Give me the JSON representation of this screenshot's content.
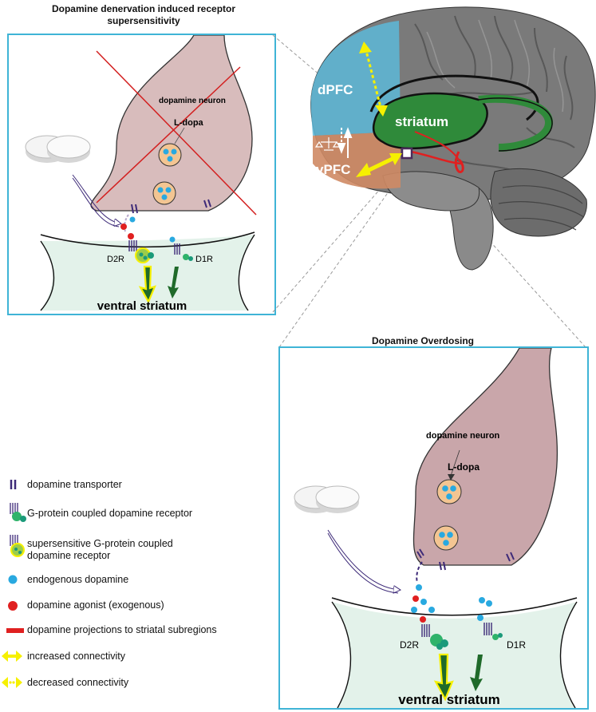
{
  "top_left_panel": {
    "title": "Dopamine denervation induced receptor supersensitivity",
    "neuron_label": "dopamine neuron",
    "ldopa_label": "L-dopa",
    "d2r_label": "D2R",
    "d1r_label": "D1R",
    "target_label": "ventral striatum"
  },
  "brain": {
    "dpfc_label": "dPFC",
    "vpfc_label": "vPFC",
    "striatum_label": "striatum"
  },
  "bottom_right_panel": {
    "title": "Dopamine Overdosing",
    "neuron_label": "dopamine neuron",
    "ldopa_label": "L-dopa",
    "d2r_label": "D2R",
    "d1r_label": "D1R",
    "target_label": "ventral striatum"
  },
  "legend": [
    {
      "icon": "dopamine-transporter-icon",
      "label": "dopamine transporter"
    },
    {
      "icon": "g-protein-receptor-icon",
      "label": "G-protein coupled dopamine receptor"
    },
    {
      "icon": "supersensitive-receptor-icon",
      "label": "supersensitive G-protein coupled dopamine receptor"
    },
    {
      "icon": "endogenous-dopamine-icon",
      "label": "endogenous dopamine"
    },
    {
      "icon": "dopamine-agonist-icon",
      "label": "dopamine agonist (exogenous)"
    },
    {
      "icon": "projection-bar-icon",
      "label": "dopamine projections to striatal subregions"
    },
    {
      "icon": "increased-arrow-icon",
      "label": "increased connectivity"
    },
    {
      "icon": "decreased-arrow-icon",
      "label": "decreased connectivity"
    }
  ],
  "colors": {
    "panel_border": "#3fb4d6",
    "neuron_fill": "#d8bcbc",
    "neuron_fill_dark": "#c9a6aa",
    "striatum_fill": "#e3f2ea",
    "dpfc_blue": "#5db8d8",
    "vpfc_orange": "#cf8a64",
    "striatum_green": "#2f8a3a",
    "dopamine_blue": "#29a9e0",
    "agonist_red": "#e02020",
    "transporter_purple": "#3d2a78",
    "connectivity_yellow": "#f6f000"
  }
}
